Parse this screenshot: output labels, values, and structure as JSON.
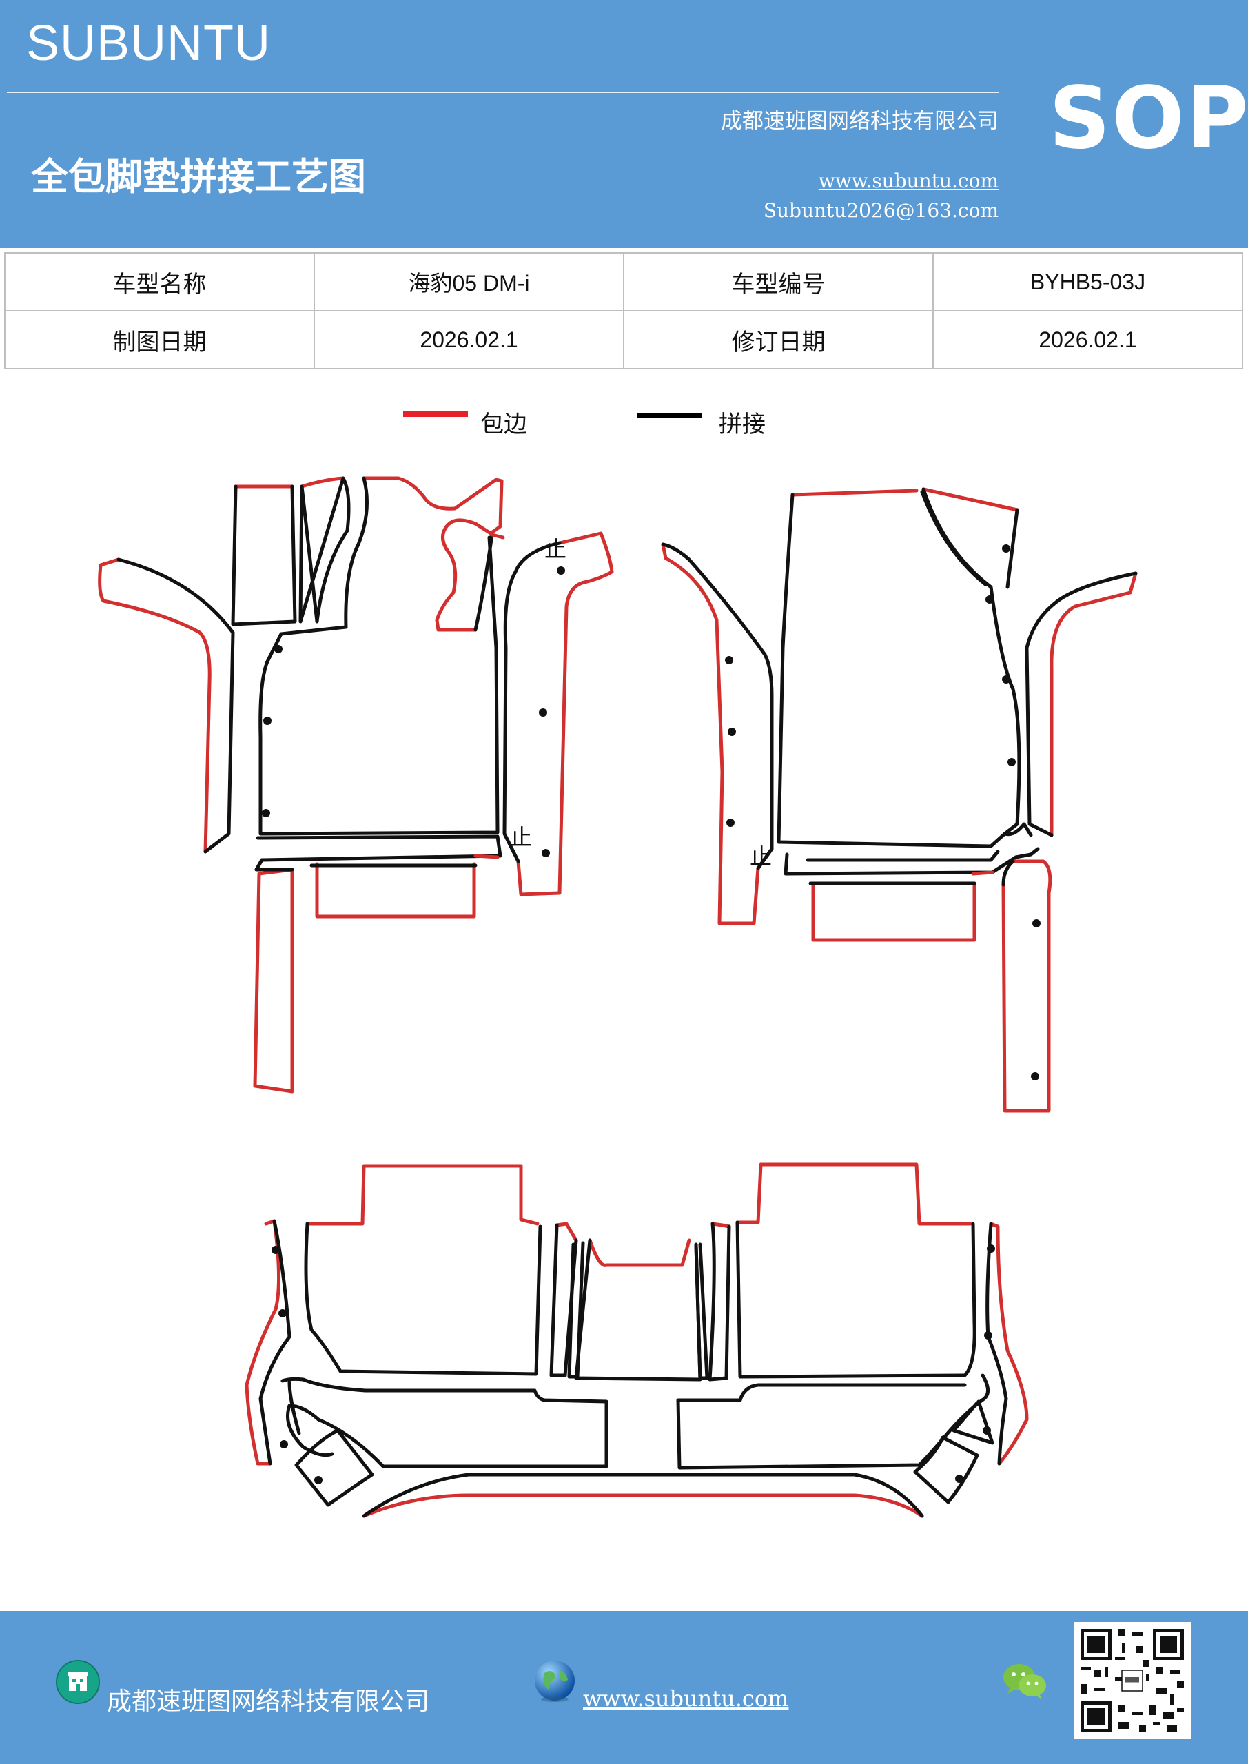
{
  "header": {
    "brand": "SUBUNTU",
    "company": "成都速班图网络科技有限公司",
    "title": "全包脚垫拼接工艺图",
    "website": "www.subuntu.com",
    "email": "Subuntu2026@163.com",
    "badge": "SOP"
  },
  "info_table": {
    "rows": [
      {
        "label1": "车型名称",
        "value1": "海豹05  DM-i",
        "label2": "车型编号",
        "value2": "BYHB5-03J"
      },
      {
        "label1": "制图日期",
        "value1": "2026.02.1",
        "label2": "修订日期",
        "value2": "2026.02.1"
      }
    ]
  },
  "legend": {
    "items": [
      {
        "label": "包边",
        "color": "#e8202a"
      },
      {
        "label": "拼接",
        "color": "#000000"
      }
    ]
  },
  "diagram": {
    "markers": [
      "止",
      "止",
      "止"
    ]
  },
  "footer": {
    "company": "成都速班图网络科技有限公司",
    "website": "www.subuntu.com",
    "icons": [
      "building-icon",
      "globe-icon",
      "wechat-icon",
      "qr-code"
    ]
  }
}
